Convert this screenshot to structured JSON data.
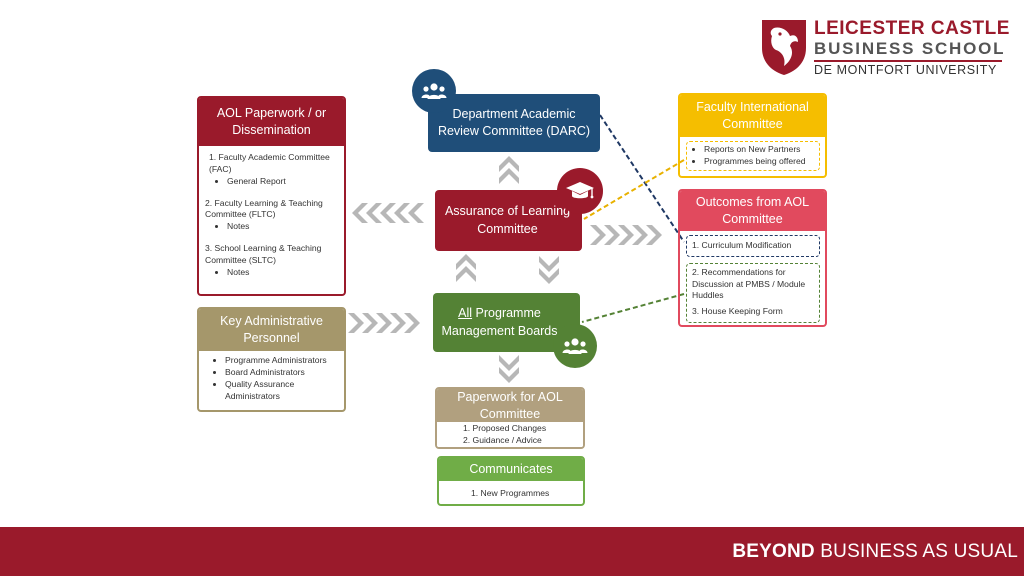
{
  "logo": {
    "line1": "LEICESTER CASTLE",
    "line2": "BUSINESS SCHOOL",
    "line3": "DE MONTFORT UNIVERSITY"
  },
  "footer": {
    "tag_bold": "BEYOND",
    "tag_rest": " BUSINESS AS USUAL"
  },
  "aol_paperwork": {
    "title": "AOL Paperwork / or Dissemination",
    "items": [
      {
        "heading": "1.   Faculty Academic Committee (FAC)",
        "sub": "General Report"
      },
      {
        "heading": "2.  Faculty Learning & Teaching Committee (FLTC)",
        "sub": "Notes"
      },
      {
        "heading": "3.  School Learning & Teaching Committee (SLTC)",
        "sub": "Notes"
      }
    ]
  },
  "key_admin": {
    "title": "Key Administrative Personnel",
    "items": [
      "Programme Administrators",
      "Board Administrators",
      "Quality Assurance Administrators"
    ]
  },
  "darc": {
    "title": "Department Academic Review Committee (DARC)"
  },
  "aolc": {
    "title": "Assurance of Learning Committee"
  },
  "pmb": {
    "title_underlined": "All",
    "title_rest": " Programme Management Boards"
  },
  "paperwork_aol": {
    "title": "Paperwork for AOL Committee",
    "items": [
      "1.     Proposed Changes",
      "2.     Guidance / Advice"
    ]
  },
  "communicates": {
    "title": "Communicates",
    "items": [
      "1.  New Programmes"
    ]
  },
  "fic": {
    "title": "Faculty International Committee",
    "items": [
      "Reports on New Partners",
      "Programmes being offered"
    ]
  },
  "outcomes": {
    "title": "Outcomes from AOL Committee",
    "item1": "1.  Curriculum Modification",
    "item2": "2.  Recommendations for Discussion at PMBS / Module Huddles",
    "item3": "3.  House Keeping Form"
  },
  "icons": {
    "people": "people-group-icon",
    "graduation": "graduation-cap-icon",
    "chevron": "chevron-arrow-icon"
  },
  "colors": {
    "maroon": "#9a1a2b",
    "red_header": "#c02c3e",
    "navy": "#1f4e79",
    "green": "#548235",
    "light_green": "#70ad47",
    "khaki": "#a5976b",
    "paperwork": "#b1a07f",
    "gold": "#f5be00",
    "pink_red": "#e14a5e",
    "grey_arrow": "#b7b7b7"
  }
}
